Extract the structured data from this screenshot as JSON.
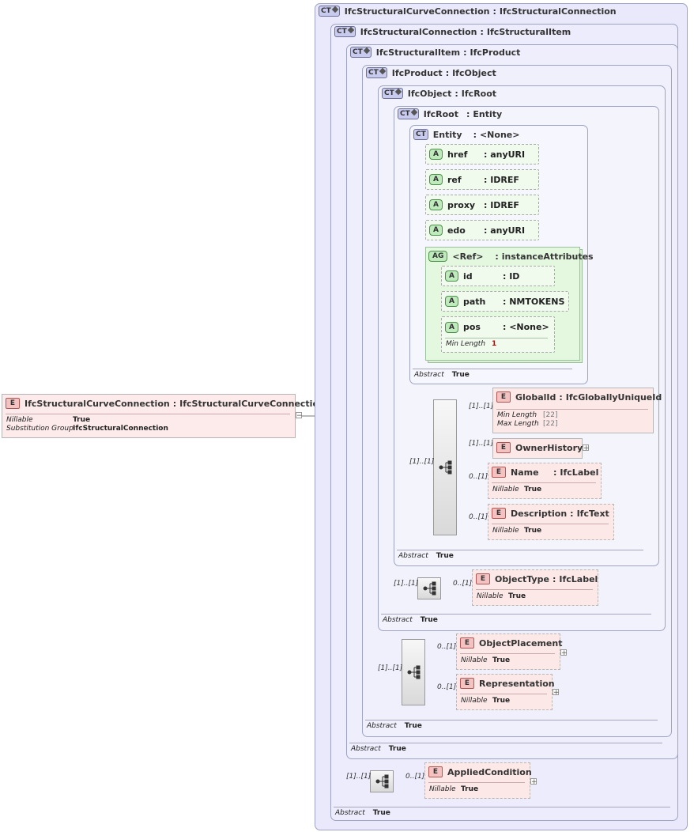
{
  "root": {
    "badge": "E",
    "name": "IfcStructuralCurveConnection",
    "type": "IfcStructuralCurveConnection",
    "nillable_label": "Nillable",
    "nillable_value": "True",
    "subst_label": "Substitution Group",
    "subst_value": "IfcStructuralConnection"
  },
  "badges": {
    "ct": "CT",
    "ct_plain": "CT",
    "a": "A",
    "ag": "AG",
    "e": "E"
  },
  "complex_types": [
    {
      "name": "IfcStructuralCurveConnection",
      "base": "IfcStructuralConnection"
    },
    {
      "name": "IfcStructuralConnection",
      "base": "IfcStructuralItem"
    },
    {
      "name": "IfcStructuralItem",
      "base": "IfcProduct"
    },
    {
      "name": "IfcProduct",
      "base": "IfcObject"
    },
    {
      "name": "IfcObject",
      "base": "IfcRoot"
    },
    {
      "name": "IfcRoot",
      "base": "Entity"
    },
    {
      "name": "Entity",
      "base": "<None>"
    }
  ],
  "abstract_label": "Abstract",
  "abstract_value": "True",
  "attributes": [
    {
      "name": "href",
      "type": "anyURI"
    },
    {
      "name": "ref",
      "type": "IDREF"
    },
    {
      "name": "proxy",
      "type": "IDREF"
    },
    {
      "name": "edo",
      "type": "anyURI"
    }
  ],
  "attr_group": {
    "name": "<Ref>",
    "type": "instanceAttributes",
    "attrs": [
      {
        "name": "id",
        "type": "ID"
      },
      {
        "name": "path",
        "type": "NMTOKENS"
      },
      {
        "name": "pos",
        "type": "<None>",
        "min_length_label": "Min Length",
        "min_length_value": "1"
      }
    ]
  },
  "elements": {
    "global_id": {
      "name": "GlobalId",
      "type": "IfcGloballyUniqueId",
      "min_label": "Min Length",
      "min_value": "[22]",
      "max_label": "Max Length",
      "max_value": "[22]"
    },
    "owner_history": {
      "name": "OwnerHistory"
    },
    "name": {
      "name": "Name",
      "type": "IfcLabel"
    },
    "description": {
      "name": "Description",
      "type": "IfcText"
    },
    "object_type": {
      "name": "ObjectType",
      "type": "IfcLabel"
    },
    "object_placement": {
      "name": "ObjectPlacement"
    },
    "representation": {
      "name": "Representation"
    },
    "applied_condition": {
      "name": "AppliedCondition"
    }
  },
  "nillable_label": "Nillable",
  "nillable_value": "True",
  "cardinalities": {
    "one": "[1]..[1]",
    "opt": "0..[1]"
  },
  "expanders": {
    "minus": "−",
    "plus": "+"
  }
}
